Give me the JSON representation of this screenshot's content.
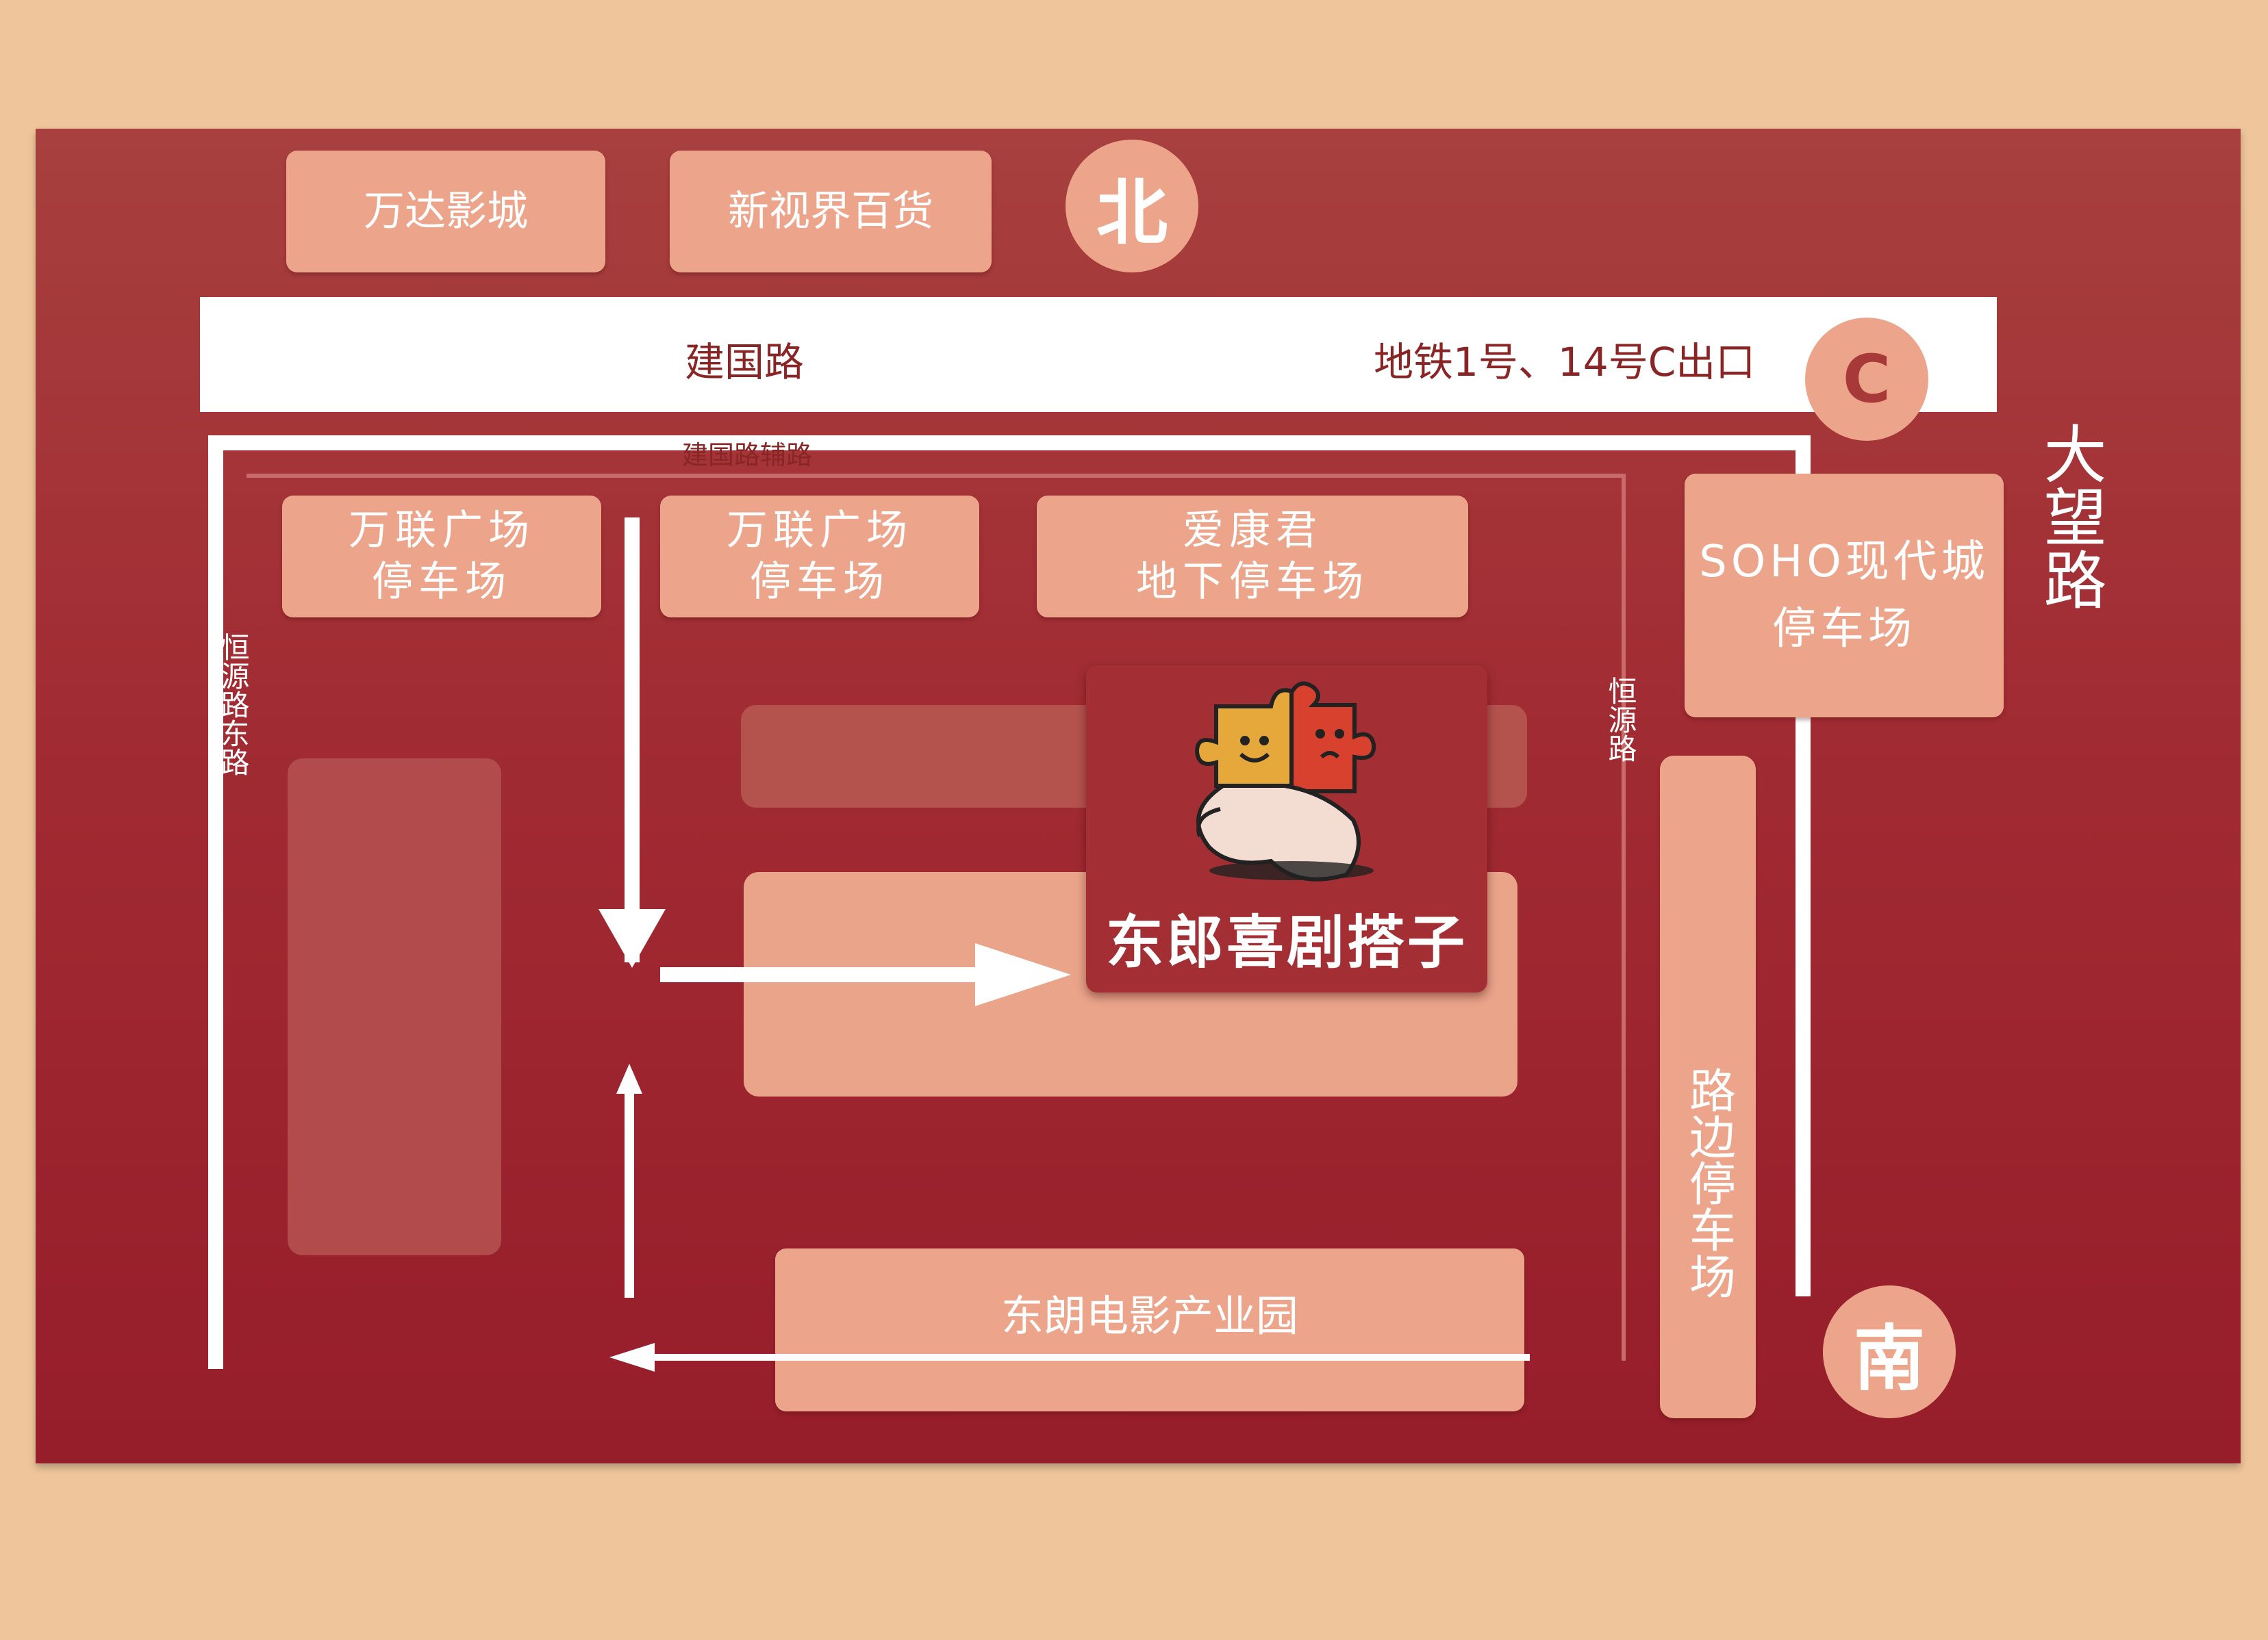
{
  "map": {
    "compass": {
      "north": "北",
      "south": "南",
      "exit_marker": "C"
    },
    "roads": {
      "jianguo": "建国路",
      "jianguo_aux": "建国路辅路",
      "hengyuan_east": "恒源路东路",
      "hengyuan": "恒源路",
      "dawang": "大望路",
      "subway_exit": "地铁1号、14号C出口"
    },
    "landmarks": {
      "wanda": "万达影城",
      "xinshijie": "新视界百货",
      "soho": [
        "SOHO现代城",
        "停车场"
      ],
      "wanlian_1": [
        "万联广场",
        "停车场"
      ],
      "wanlian_2": [
        "万联广场",
        "停车场"
      ],
      "aikangjun": [
        "爱康君",
        "地下停车场"
      ],
      "roadside": "路边停车场",
      "film_park": "东朗电影产业园"
    },
    "destination": {
      "name": "东郎喜剧搭子",
      "logo": "puzzle-mascot-logo"
    },
    "colors": {
      "background": "#efc59b",
      "board": "#a12b33",
      "block": "#eca48a",
      "road": "#ffffff",
      "road_text": "#8a2526"
    }
  }
}
